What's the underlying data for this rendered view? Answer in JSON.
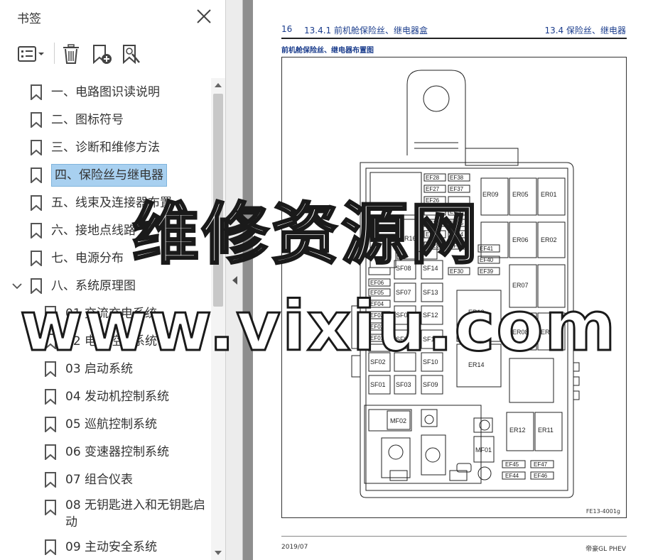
{
  "sidebar": {
    "title": "书签",
    "icons": {
      "close": "close-icon",
      "options": "list-options-icon",
      "delete": "trash-icon",
      "add_bookmark": "bookmark-add-icon",
      "find_bookmark": "bookmark-search-icon"
    },
    "items": [
      {
        "label": "一、电路图识读说明"
      },
      {
        "label": "二、图标符号"
      },
      {
        "label": "三、诊断和维修方法"
      },
      {
        "label": "四、保险丝与继电器",
        "selected": true
      },
      {
        "label": "五、线束及连接器布置"
      },
      {
        "label": "六、接地点线路"
      },
      {
        "label": "七、电源分布"
      },
      {
        "label": "八、系统原理图",
        "expanded": true
      },
      {
        "label": "01 交流充电系统"
      },
      {
        "label": "02 电力控制系统"
      },
      {
        "label": "03 启动系统"
      },
      {
        "label": "04 发动机控制系统"
      },
      {
        "label": "05 巡航控制系统"
      },
      {
        "label": "06 变速器控制系统"
      },
      {
        "label": "07 组合仪表"
      },
      {
        "label": "08 无钥匙进入和无钥匙启动"
      },
      {
        "label": "09 主动安全系统"
      }
    ]
  },
  "page": {
    "page_number": "16",
    "section_title": "13.4.1 前机舱保险丝、继电器盒",
    "chapter_title": "13.4 保险丝、继电器",
    "diagram_title": "前机舱保险丝、继电器布置图",
    "figure_id": "FE13-4001g",
    "footer_date": "2019/07",
    "footer_model": "帝豪GL PHEV"
  },
  "diagram": {
    "ef_left_col": [
      "EF28",
      "EF27",
      "EF26",
      "EF25",
      "EF24",
      "EF23"
    ],
    "ef_right_col": [
      "EF38",
      "EF37",
      "EF36",
      "EF35",
      "EF34",
      "EF33"
    ],
    "ef_mid": [
      "EF41",
      "EF40",
      "EF39",
      "EF30"
    ],
    "ef_small_left": [
      "EF06",
      "EF05",
      "EF04",
      "EF03",
      "EF02",
      "EF01"
    ],
    "sf_labels": [
      "SF08",
      "SF14",
      "SF07",
      "SF13",
      "SF06",
      "SF12",
      "SF05",
      "SF11",
      "SF02",
      "SF10",
      "SF01",
      "SF03",
      "SF09"
    ],
    "er_labels": [
      "ER09",
      "ER05",
      "ER01",
      "ER16",
      "ER06",
      "ER02",
      "ER07",
      "ER13",
      "ER08",
      "ER04",
      "ER14",
      "ER12",
      "ER11"
    ],
    "mf_labels": [
      "MF02",
      "MF01"
    ],
    "ef_bottom": [
      "EF45",
      "EF47",
      "EF44",
      "EF46"
    ]
  },
  "watermark": {
    "line1": "维修资源网",
    "line2": "www.vixiu.com"
  }
}
